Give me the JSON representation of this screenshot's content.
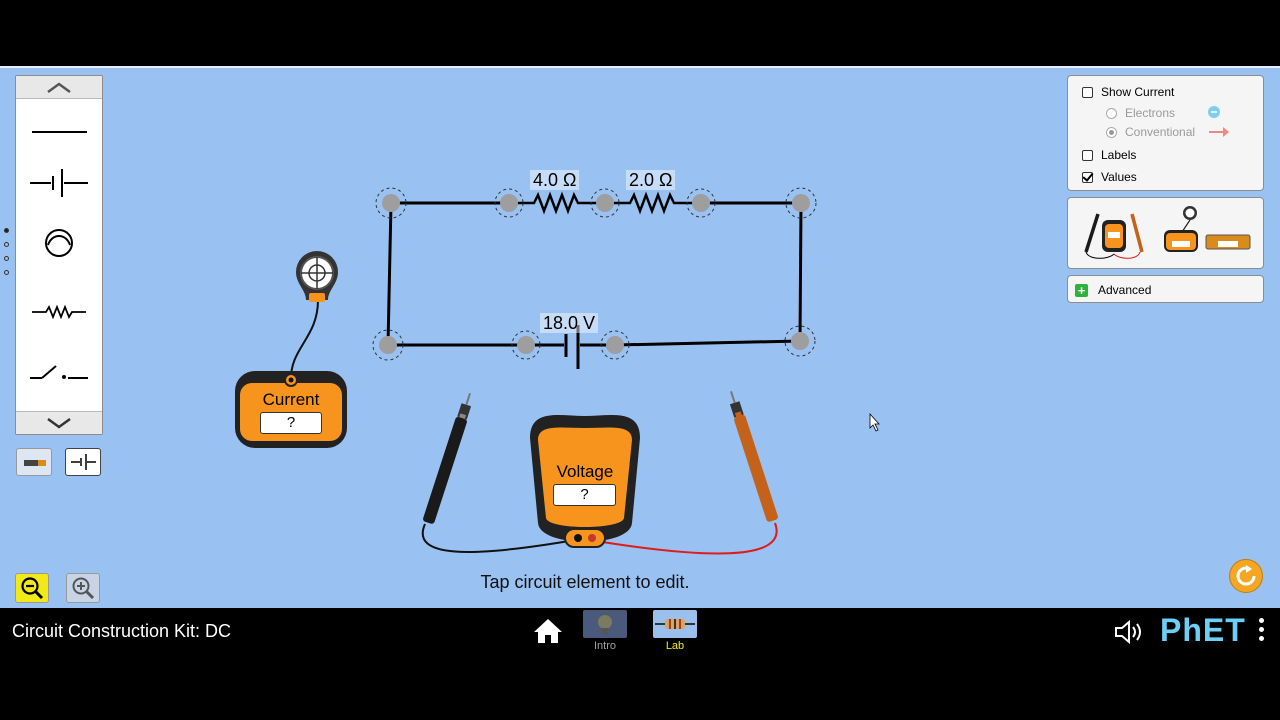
{
  "app": {
    "title": "Circuit Construction Kit: DC",
    "screens": [
      {
        "label": "Intro",
        "selected": false
      },
      {
        "label": "Lab",
        "selected": true
      }
    ]
  },
  "circuit": {
    "resistor1_label": "4.0 Ω",
    "resistor2_label": "2.0 Ω",
    "battery_label": "18.0 V"
  },
  "ammeter": {
    "title": "Current",
    "reading": "?"
  },
  "voltmeter": {
    "title": "Voltage",
    "reading": "?"
  },
  "hint": "Tap circuit element to edit.",
  "controls": {
    "show_current_label": "Show Current",
    "show_current_checked": false,
    "electrons_label": "Electrons",
    "conventional_label": "Conventional",
    "labels_label": "Labels",
    "labels_checked": false,
    "values_label": "Values",
    "values_checked": true,
    "advanced_label": "Advanced"
  },
  "toolbox_items": [
    "wire-tool",
    "battery-tool",
    "light-bulb-tool",
    "resistor-tool",
    "switch-tool"
  ],
  "colors": {
    "background": "#99c1f1",
    "accent_orange": "#f7941d",
    "phet_blue": "#6ecff6",
    "lab_label": "#f2e916"
  }
}
